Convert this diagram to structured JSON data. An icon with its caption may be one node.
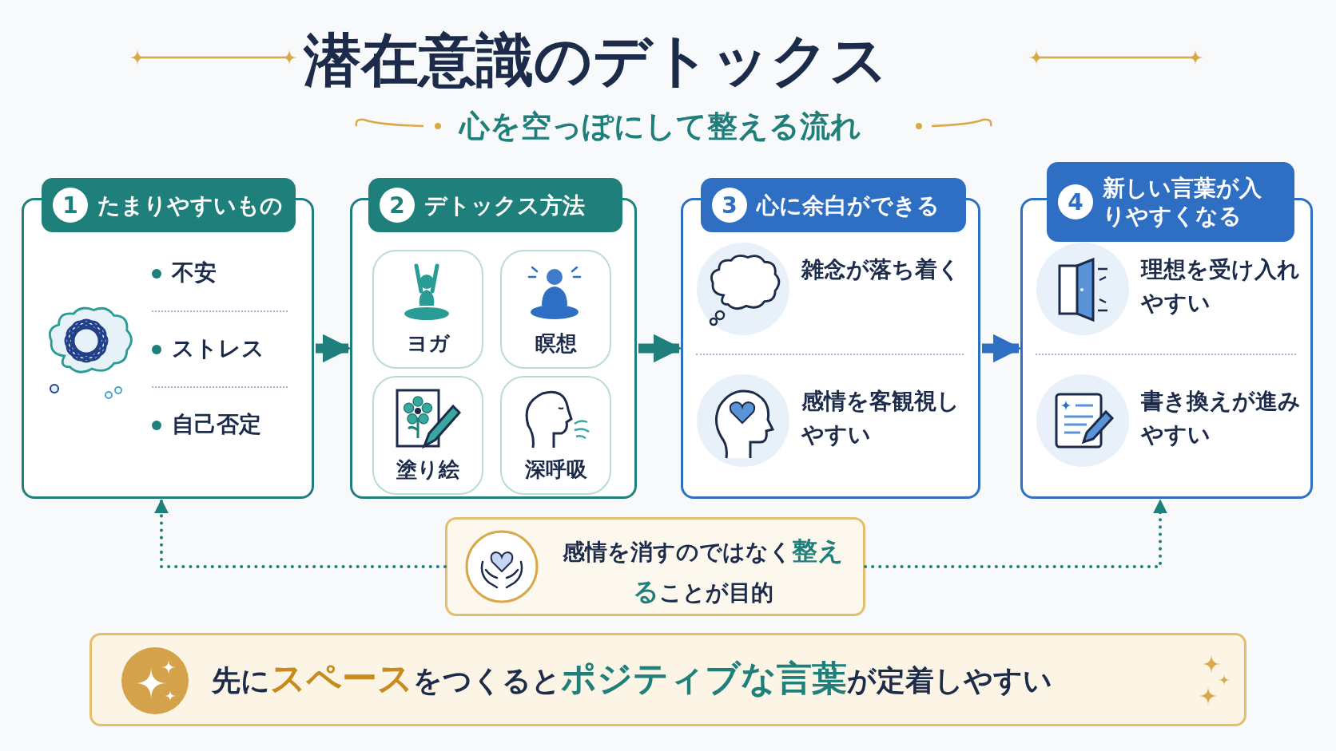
{
  "diagram": {
    "title": "潜在意識のデトックス",
    "nodes": [
      {
        "text": [
          "1",
          "たまりやすいもの",
          "不安",
          "ストレス",
          "自己否定"
        ]
      },
      {
        "text": [
          "2",
          "デトックス方法"
        ]
      },
      {
        "text": [
          "ヨガ"
        ],
        "in": 1
      },
      {
        "text": [
          "瞑想"
        ],
        "in": 1
      },
      {
        "text": [
          "塗り絵"
        ],
        "in": 1
      },
      {
        "text": [
          "深呼吸"
        ],
        "in": 1
      },
      {
        "text": [
          "3",
          "心に余白ができる",
          "雑念が落ち着く",
          "感情を客観視しやすい"
        ]
      },
      {
        "text": [
          "4",
          "新しい言葉が入りやすくなる",
          "理想を受け入れやすい",
          "書き換えが進みやすい"
        ]
      },
      {
        "text": [
          "感情を消すのではなく**整える**ことが目的"
        ]
      },
      {
        "text": [
          "先に**スペース**をつくると**ポジティブな言葉**が定着しやすい"
        ]
      }
    ],
    "edges": [
      {
        "from": 0,
        "to": 1,
        "arrow": "to"
      },
      {
        "from": 1,
        "to": 6,
        "arrow": "to"
      },
      {
        "from": 6,
        "to": 7,
        "arrow": "to",
        "color": "#2e6fc4"
      },
      {
        "from": 8,
        "to": 0,
        "arrow": "to",
        "style": "dashed"
      },
      {
        "from": 8,
        "to": 7,
        "arrow": "to",
        "style": "dashed"
      }
    ],
    "labels": [
      "心を空っぽにして整える流れ"
    ]
  }
}
